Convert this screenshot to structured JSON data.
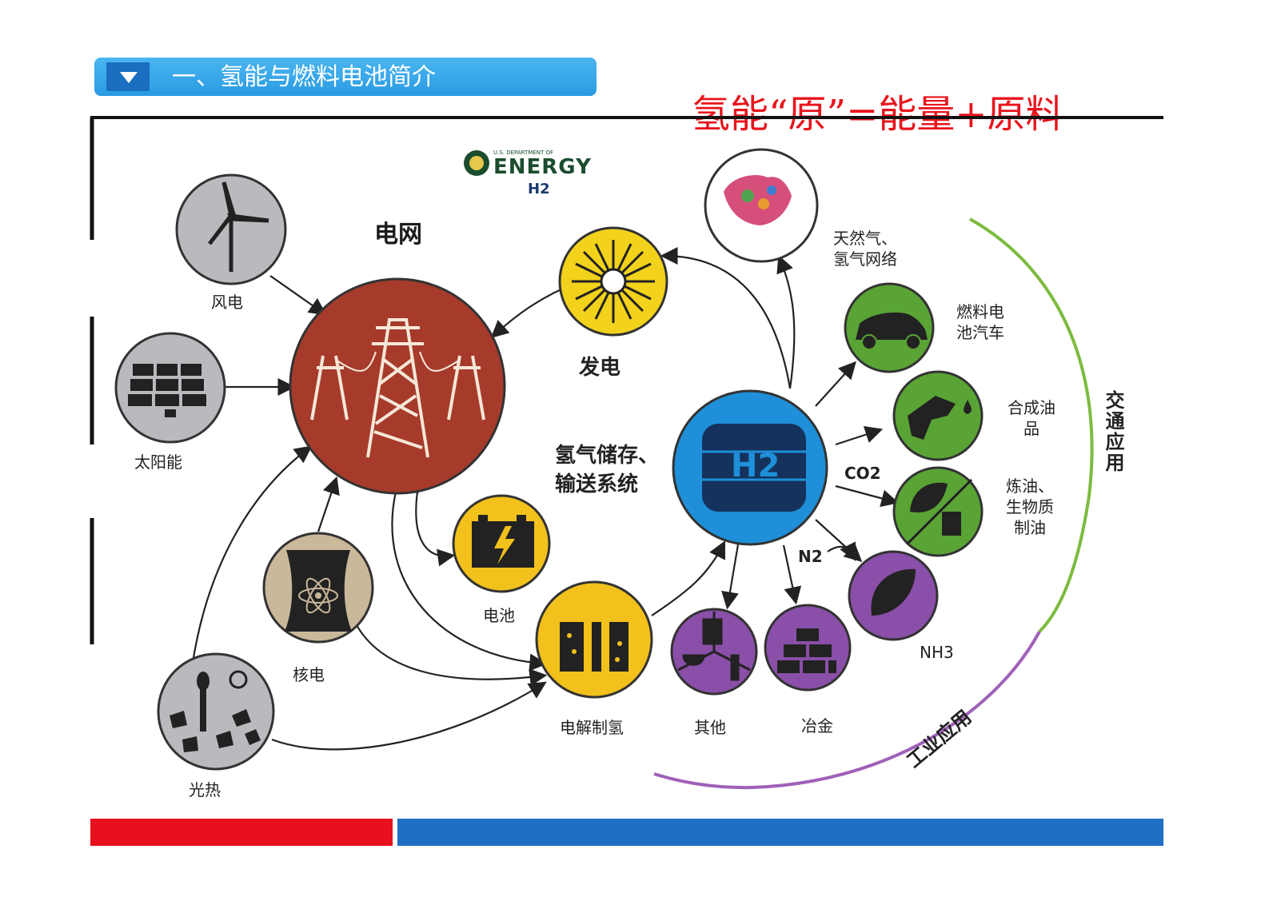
{
  "header": {
    "title": "一、氢能与燃料电池简介",
    "toggle_icon": "triangle-down-icon"
  },
  "subtitle": "氢能“原”=能量+原料",
  "logo": {
    "small_text": "U.S. DEPARTMENT OF",
    "main_text": "ENERGY",
    "sub_text": "H2"
  },
  "nodes": {
    "grid": "电网",
    "wind": "风电",
    "solar": "太阳能",
    "nuclear": "核电",
    "solar_thermal": "光热",
    "power_gen": "发电",
    "storage": [
      "氢气储存、",
      "输送系统"
    ],
    "battery": "电池",
    "electrolysis": "电解制氢",
    "hydrogen": "H2",
    "gas_network": [
      "天然气、",
      "氢气网络"
    ],
    "fuel_cell_car": [
      "燃料电",
      "池汽车"
    ],
    "synthetic_fuel": [
      "合成油",
      "品"
    ],
    "refining": [
      "炼油、",
      "生物质",
      "制油"
    ],
    "ammonia": "NH3",
    "metallurgy": "冶金",
    "other": "其他",
    "co2": "CO2",
    "n2": "N2"
  },
  "arcs": {
    "transport": "交通应用",
    "industry": "工业应用"
  },
  "colors": {
    "header_blue": "#2a9be3",
    "subtitle_red": "#e8141c",
    "grid_red": "#a63b2b",
    "yellow": "#f2d21b",
    "hydrogen_blue": "#1e8fd8",
    "green": "#5aa335",
    "purple": "#8a4fa8",
    "gray": "#b8babd",
    "tan": "#c9b89a",
    "footer_red": "#e8101c",
    "footer_blue": "#1f6fc4"
  }
}
